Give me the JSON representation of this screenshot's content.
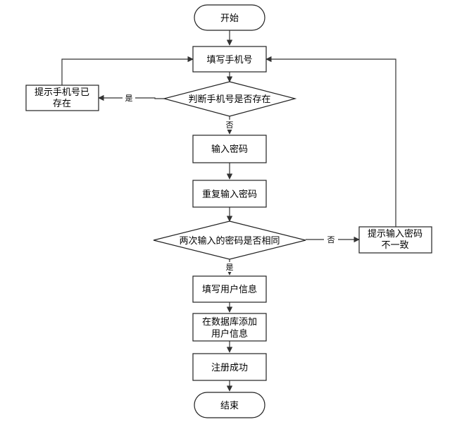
{
  "nodes": {
    "start": "开始",
    "phone": "填写手机号",
    "check_phone": "判断手机号是否存在",
    "phone_exists": [
      "提示手机号已",
      "存在"
    ],
    "password": "输入密码",
    "repeat_password": "重复输入密码",
    "compare": "两次输入的密码是否相同",
    "mismatch": [
      "提示输入密码",
      "不一致"
    ],
    "user_info": "填写用户信息",
    "db_add": [
      "在数据库添加",
      "用户信息"
    ],
    "success": "注册成功",
    "end": "结束"
  },
  "edges": {
    "phone_yes": "是",
    "phone_no": "否",
    "compare_no": "否",
    "compare_yes": "是"
  }
}
